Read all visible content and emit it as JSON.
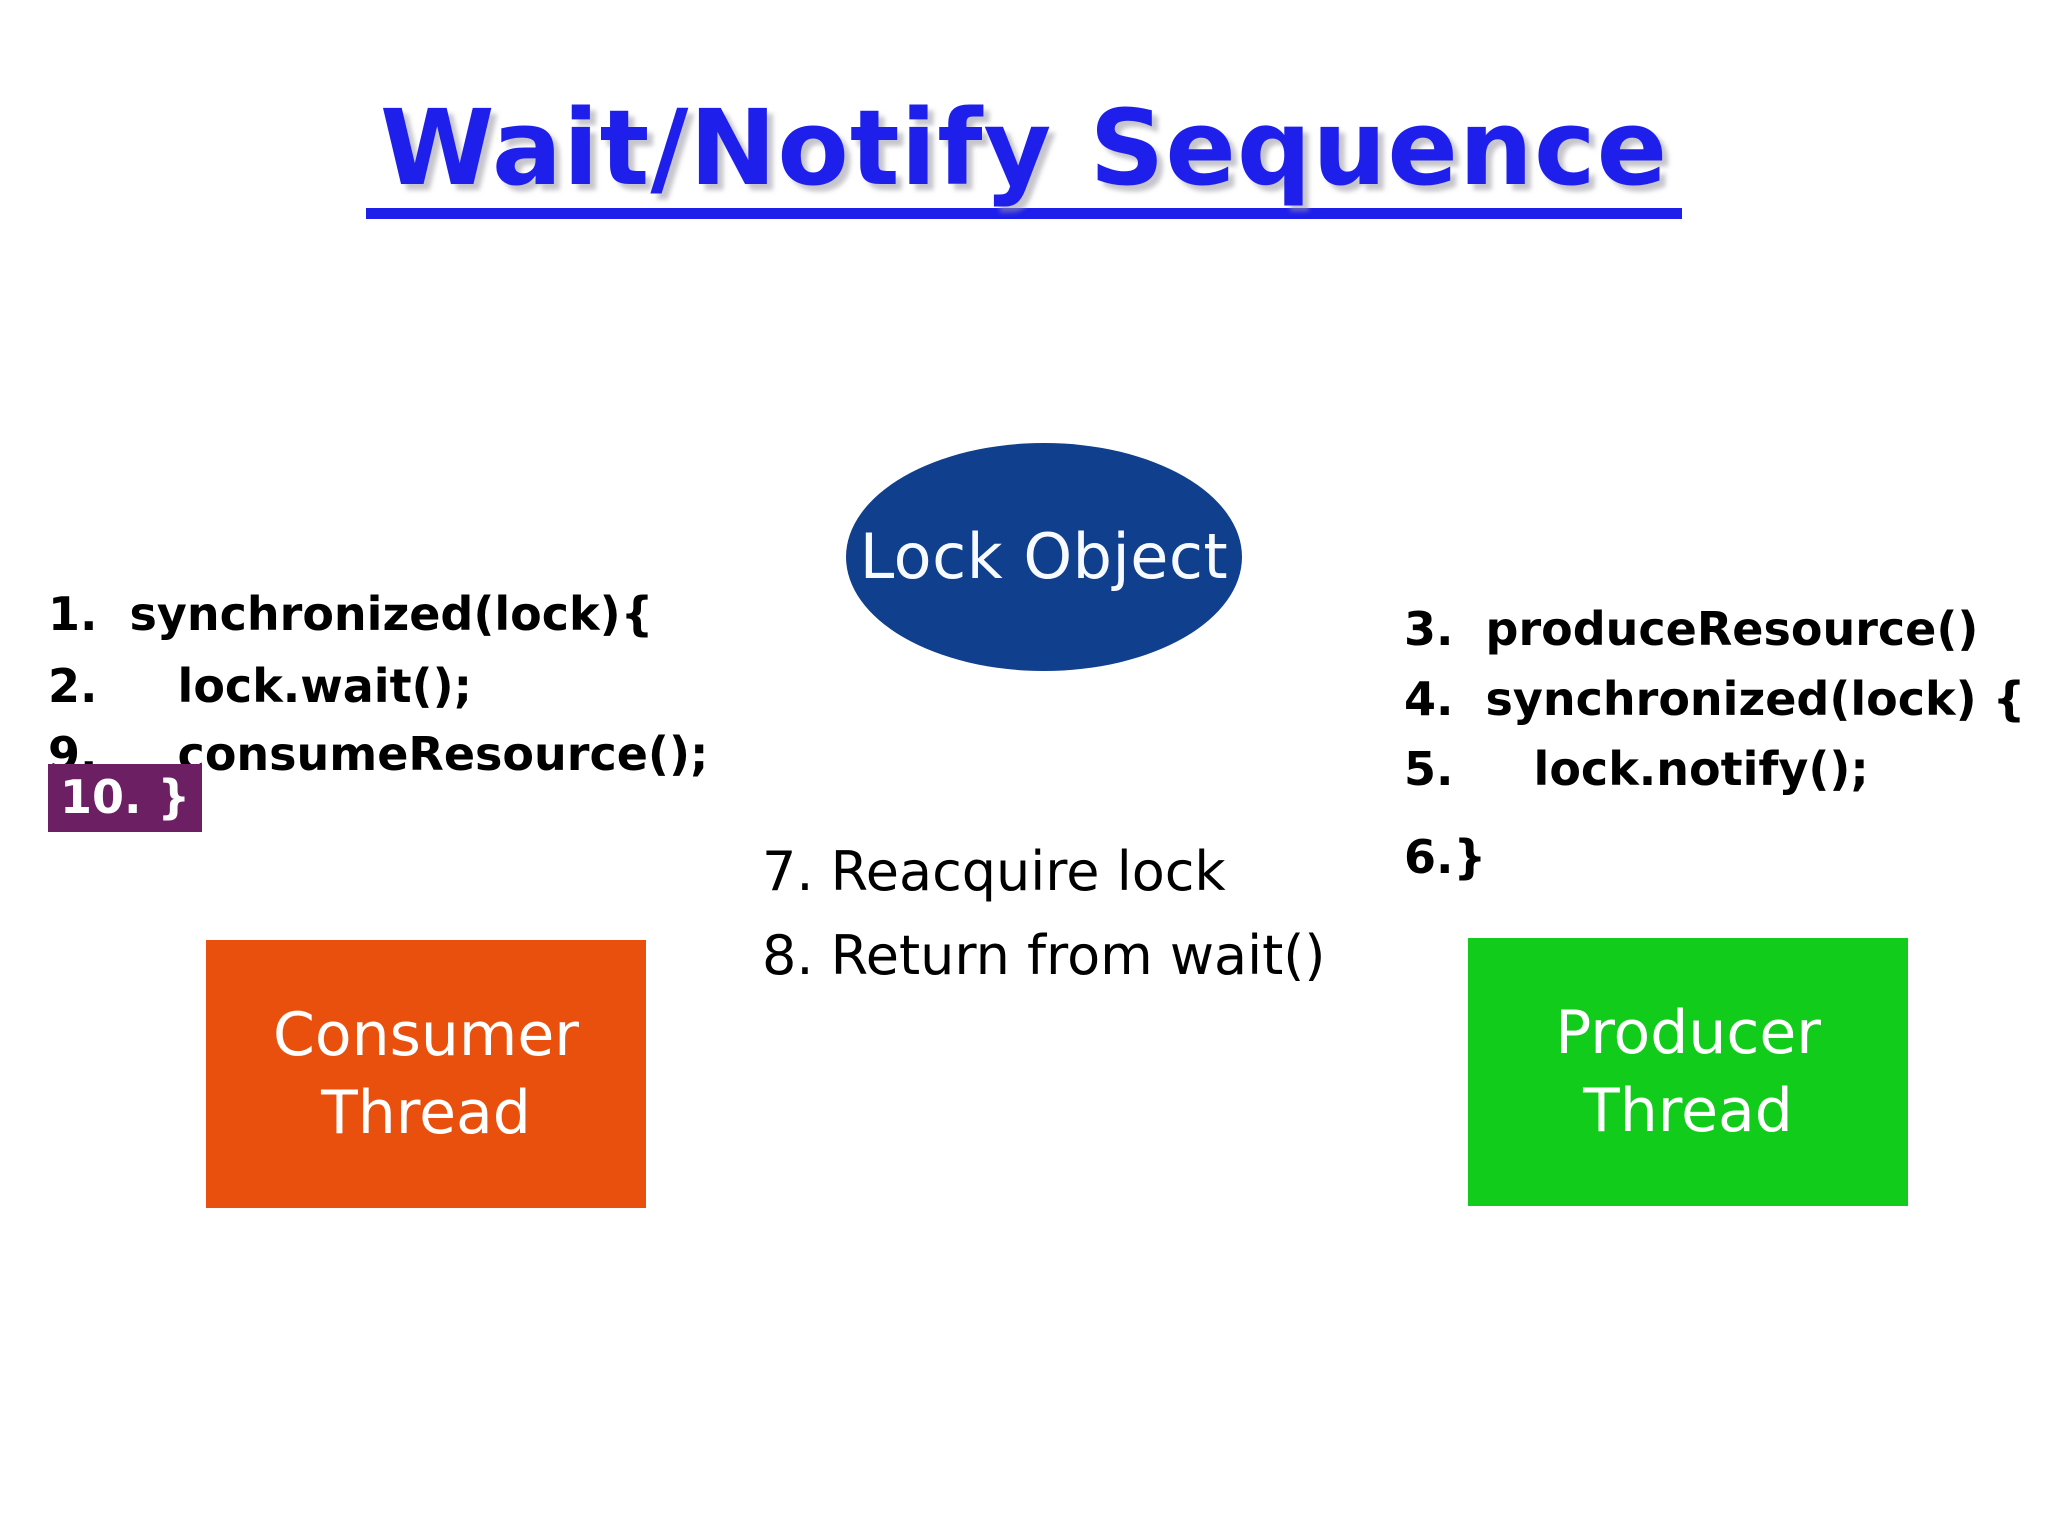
{
  "slide": {
    "title": "Wait/Notify Sequence",
    "background_color": "#ffffff",
    "title_color": "#1f1fec"
  },
  "lock_object": {
    "label": "Lock Object",
    "fill_color": "#103f8e",
    "text_color": "#f7fbff"
  },
  "consumer": {
    "box_label": "Consumer\nThread",
    "box_color": "#e9500e",
    "box_text_color": "#ffffff",
    "highlight_color": "#6d1f64",
    "steps": [
      {
        "text": "1.  synchronized(lock){",
        "highlighted": false
      },
      {
        "text": "2.     lock.wait();",
        "highlighted": false
      },
      {
        "text": "9.     consumeResource();",
        "highlighted": false
      },
      {
        "text": "10. }",
        "highlighted": true
      }
    ]
  },
  "producer": {
    "box_label": "Producer\nThread",
    "box_color": "#11cc1a",
    "box_text_color": "#ffffff",
    "steps": [
      {
        "text": "3.  produceResource()",
        "spaced": false
      },
      {
        "text": "4.  synchronized(lock) {",
        "spaced": false
      },
      {
        "text": "5.     lock.notify();",
        "spaced": false
      },
      {
        "text": "6.}",
        "spaced": true
      }
    ]
  },
  "center_notes": {
    "lines": [
      "7. Reacquire lock",
      "8. Return from wait()"
    ]
  }
}
